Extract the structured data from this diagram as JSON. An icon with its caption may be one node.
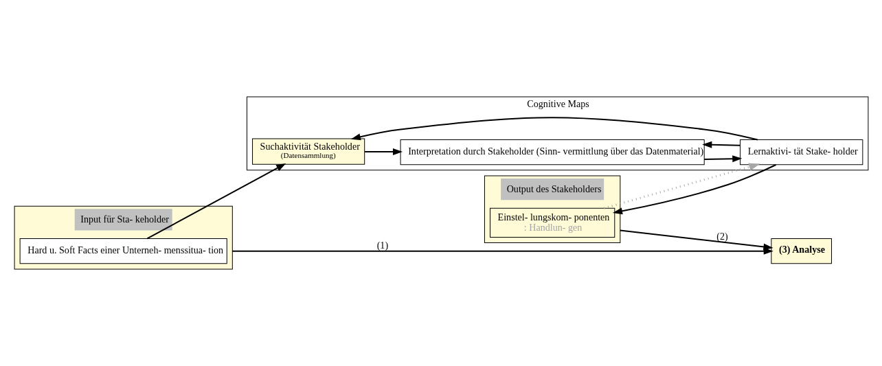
{
  "diagram": {
    "nodes": [
      {
        "text": [
          "Input für Sta- keholder"
        ]
      },
      {
        "text": [
          "Hard u. Soft Facts einer Unterneh- menssitua- tion"
        ],
        "in": 0
      },
      {
        "text": [
          "Output des Stakeholders"
        ]
      },
      {
        "text": [
          "Einstel- lungskom- ponenten",
          ": Handlun- gen"
        ],
        "in": 2
      },
      {
        "text": [
          "Cognitive Maps"
        ]
      },
      {
        "text": [
          "Suchaktivität Stakeholder",
          "(Datensammlung)"
        ],
        "in": 4
      },
      {
        "text": [
          "Interpretation durch Stakeholder (Sinn- vermittlung über das Datenmaterial)"
        ],
        "in": 4
      },
      {
        "text": [
          "Lernaktivi- tät Stake- holder"
        ],
        "in": 4
      },
      {
        "text": [
          "(3) Analyse"
        ]
      }
    ],
    "edges": [
      {
        "from": 1,
        "to": 5,
        "arrow": "to"
      },
      {
        "from": 5,
        "to": 6,
        "arrow": "to"
      },
      {
        "from": 6,
        "to": 7,
        "arrow": "to"
      },
      {
        "from": 7,
        "to": 3,
        "arrow": "to"
      },
      {
        "from": 3,
        "to": 7,
        "arrow": "to",
        "style": "dashed",
        "color": "#a6a6a6"
      },
      {
        "from": 7,
        "to": 5,
        "arrow": "to"
      },
      {
        "from": 7,
        "to": 6,
        "arrow": "to"
      },
      {
        "from": 0,
        "to": 8,
        "arrow": "to",
        "label": "(1)"
      },
      {
        "from": 2,
        "to": 8,
        "arrow": "to",
        "label": "(2)"
      }
    ]
  }
}
